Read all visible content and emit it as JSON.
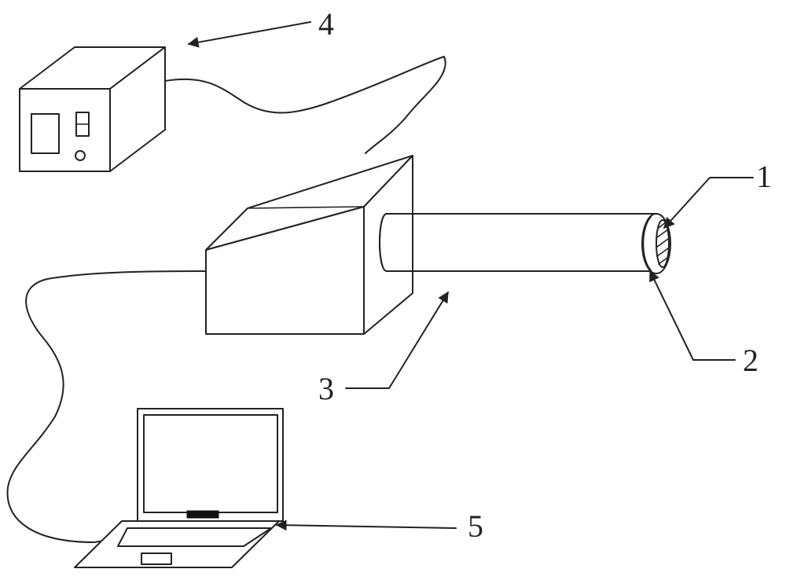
{
  "labels": {
    "l1": "1",
    "l2": "2",
    "l3": "3",
    "l4": "4",
    "l5": "5"
  },
  "colors": {
    "line": "#222222",
    "background": "#ffffff"
  }
}
